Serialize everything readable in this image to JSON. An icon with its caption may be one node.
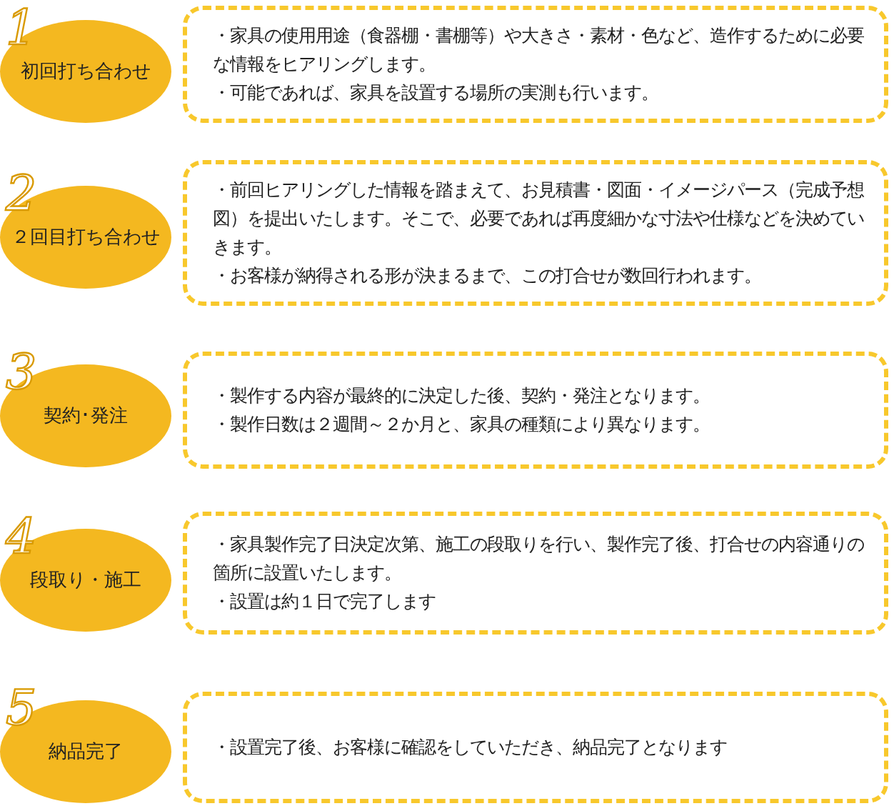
{
  "diagram": {
    "nodes": [
      {
        "text": [
          "1",
          "初回打ち合わせ"
        ]
      },
      {
        "text": [
          "・家具の使用用途（食器棚・書棚等）や大きさ・素材・色など、造作するために必要な情報をヒアリングします。",
          "・可能であれば、家具を設置する場所の実測も行います。"
        ]
      },
      {
        "text": [
          "2",
          "２回目打ち合わせ"
        ]
      },
      {
        "text": [
          "・前回ヒアリングした情報を踏まえて、お見積書・図面・イメージパース（完成予想図）を提出いたします。そこで、必要であれば再度細かな寸法や仕様などを決めていきます。",
          "・お客様が納得される形が決まるまで、この打合せが数回行われます。"
        ]
      },
      {
        "text": [
          "3",
          "契約･発注"
        ]
      },
      {
        "text": [
          "・製作する内容が最終的に決定した後、契約・発注となります。",
          "・製作日数は２週間～２か月と、家具の種類により異なります。"
        ]
      },
      {
        "text": [
          "4",
          "段取り・施工"
        ]
      },
      {
        "text": [
          "・家具製作完了日決定次第、施工の段取りを行い、製作完了後、打合せの内容通りの箇所に設置いたします。",
          "・設置は約１日で完了します"
        ]
      },
      {
        "text": [
          "5",
          "納品完了"
        ]
      },
      {
        "text": [
          "・設置完了後、お客様に確認をしていただき、納品完了となります"
        ]
      }
    ],
    "edges": []
  }
}
